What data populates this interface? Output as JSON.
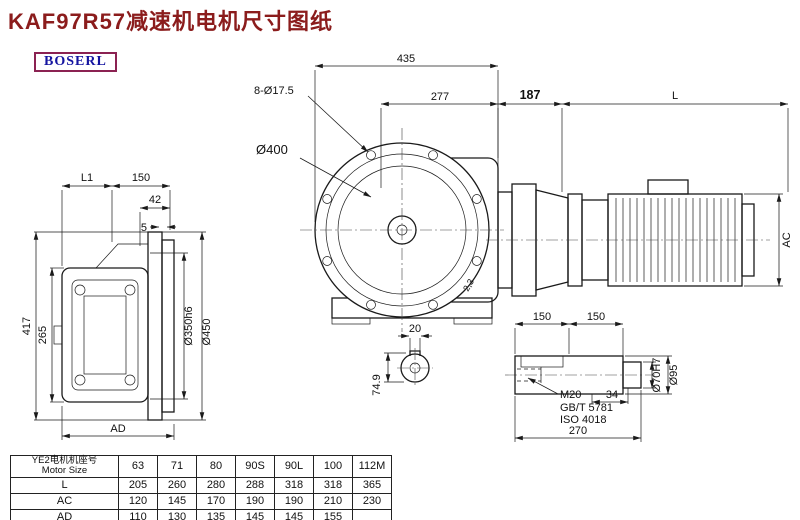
{
  "page": {
    "title": "KAF97R57减速机电机尺寸图纸",
    "logo_text": "BOSERL",
    "colors": {
      "title_text": "#8b1c1c",
      "logo_text": "#1414a0",
      "logo_border": "#8b2252",
      "line": "#1a1a1a",
      "background": "#ffffff"
    }
  },
  "dims": {
    "overall_width": "435",
    "bolt_holes": "8-Ø17.5",
    "d277": "277",
    "d187": "187",
    "motor_length": "L",
    "motor_ac": "AC",
    "l1": "L1",
    "d150_side": "150",
    "d42": "42",
    "d5": "5",
    "flange_dia": "Ø400",
    "d417": "417",
    "d265": "265",
    "spigot_dia": "Ø350h6",
    "outer_dia": "Ø450",
    "ad": "AD",
    "key_width": "20",
    "d749": "74.9",
    "note23": "2,3",
    "d150_a": "150",
    "d150_b": "150",
    "thread": "M20",
    "std_gb": "GB/T 5781",
    "std_iso": "ISO 4018",
    "d34": "34",
    "d270": "270",
    "shaft_dia": "Ø70H7",
    "hub_dia": "Ø95"
  },
  "table": {
    "header_cn": "YE2电机机座号",
    "header_en": "Motor Size",
    "columns": [
      "63",
      "71",
      "80",
      "90S",
      "90L",
      "100",
      "112M"
    ],
    "rows": [
      {
        "label": "L",
        "values": [
          "205",
          "260",
          "280",
          "288",
          "318",
          "318",
          "365"
        ]
      },
      {
        "label": "AC",
        "values": [
          "120",
          "145",
          "170",
          "190",
          "190",
          "210",
          "230"
        ]
      },
      {
        "label": "AD",
        "values": [
          "110",
          "130",
          "135",
          "145",
          "145",
          "155",
          ""
        ]
      }
    ]
  }
}
